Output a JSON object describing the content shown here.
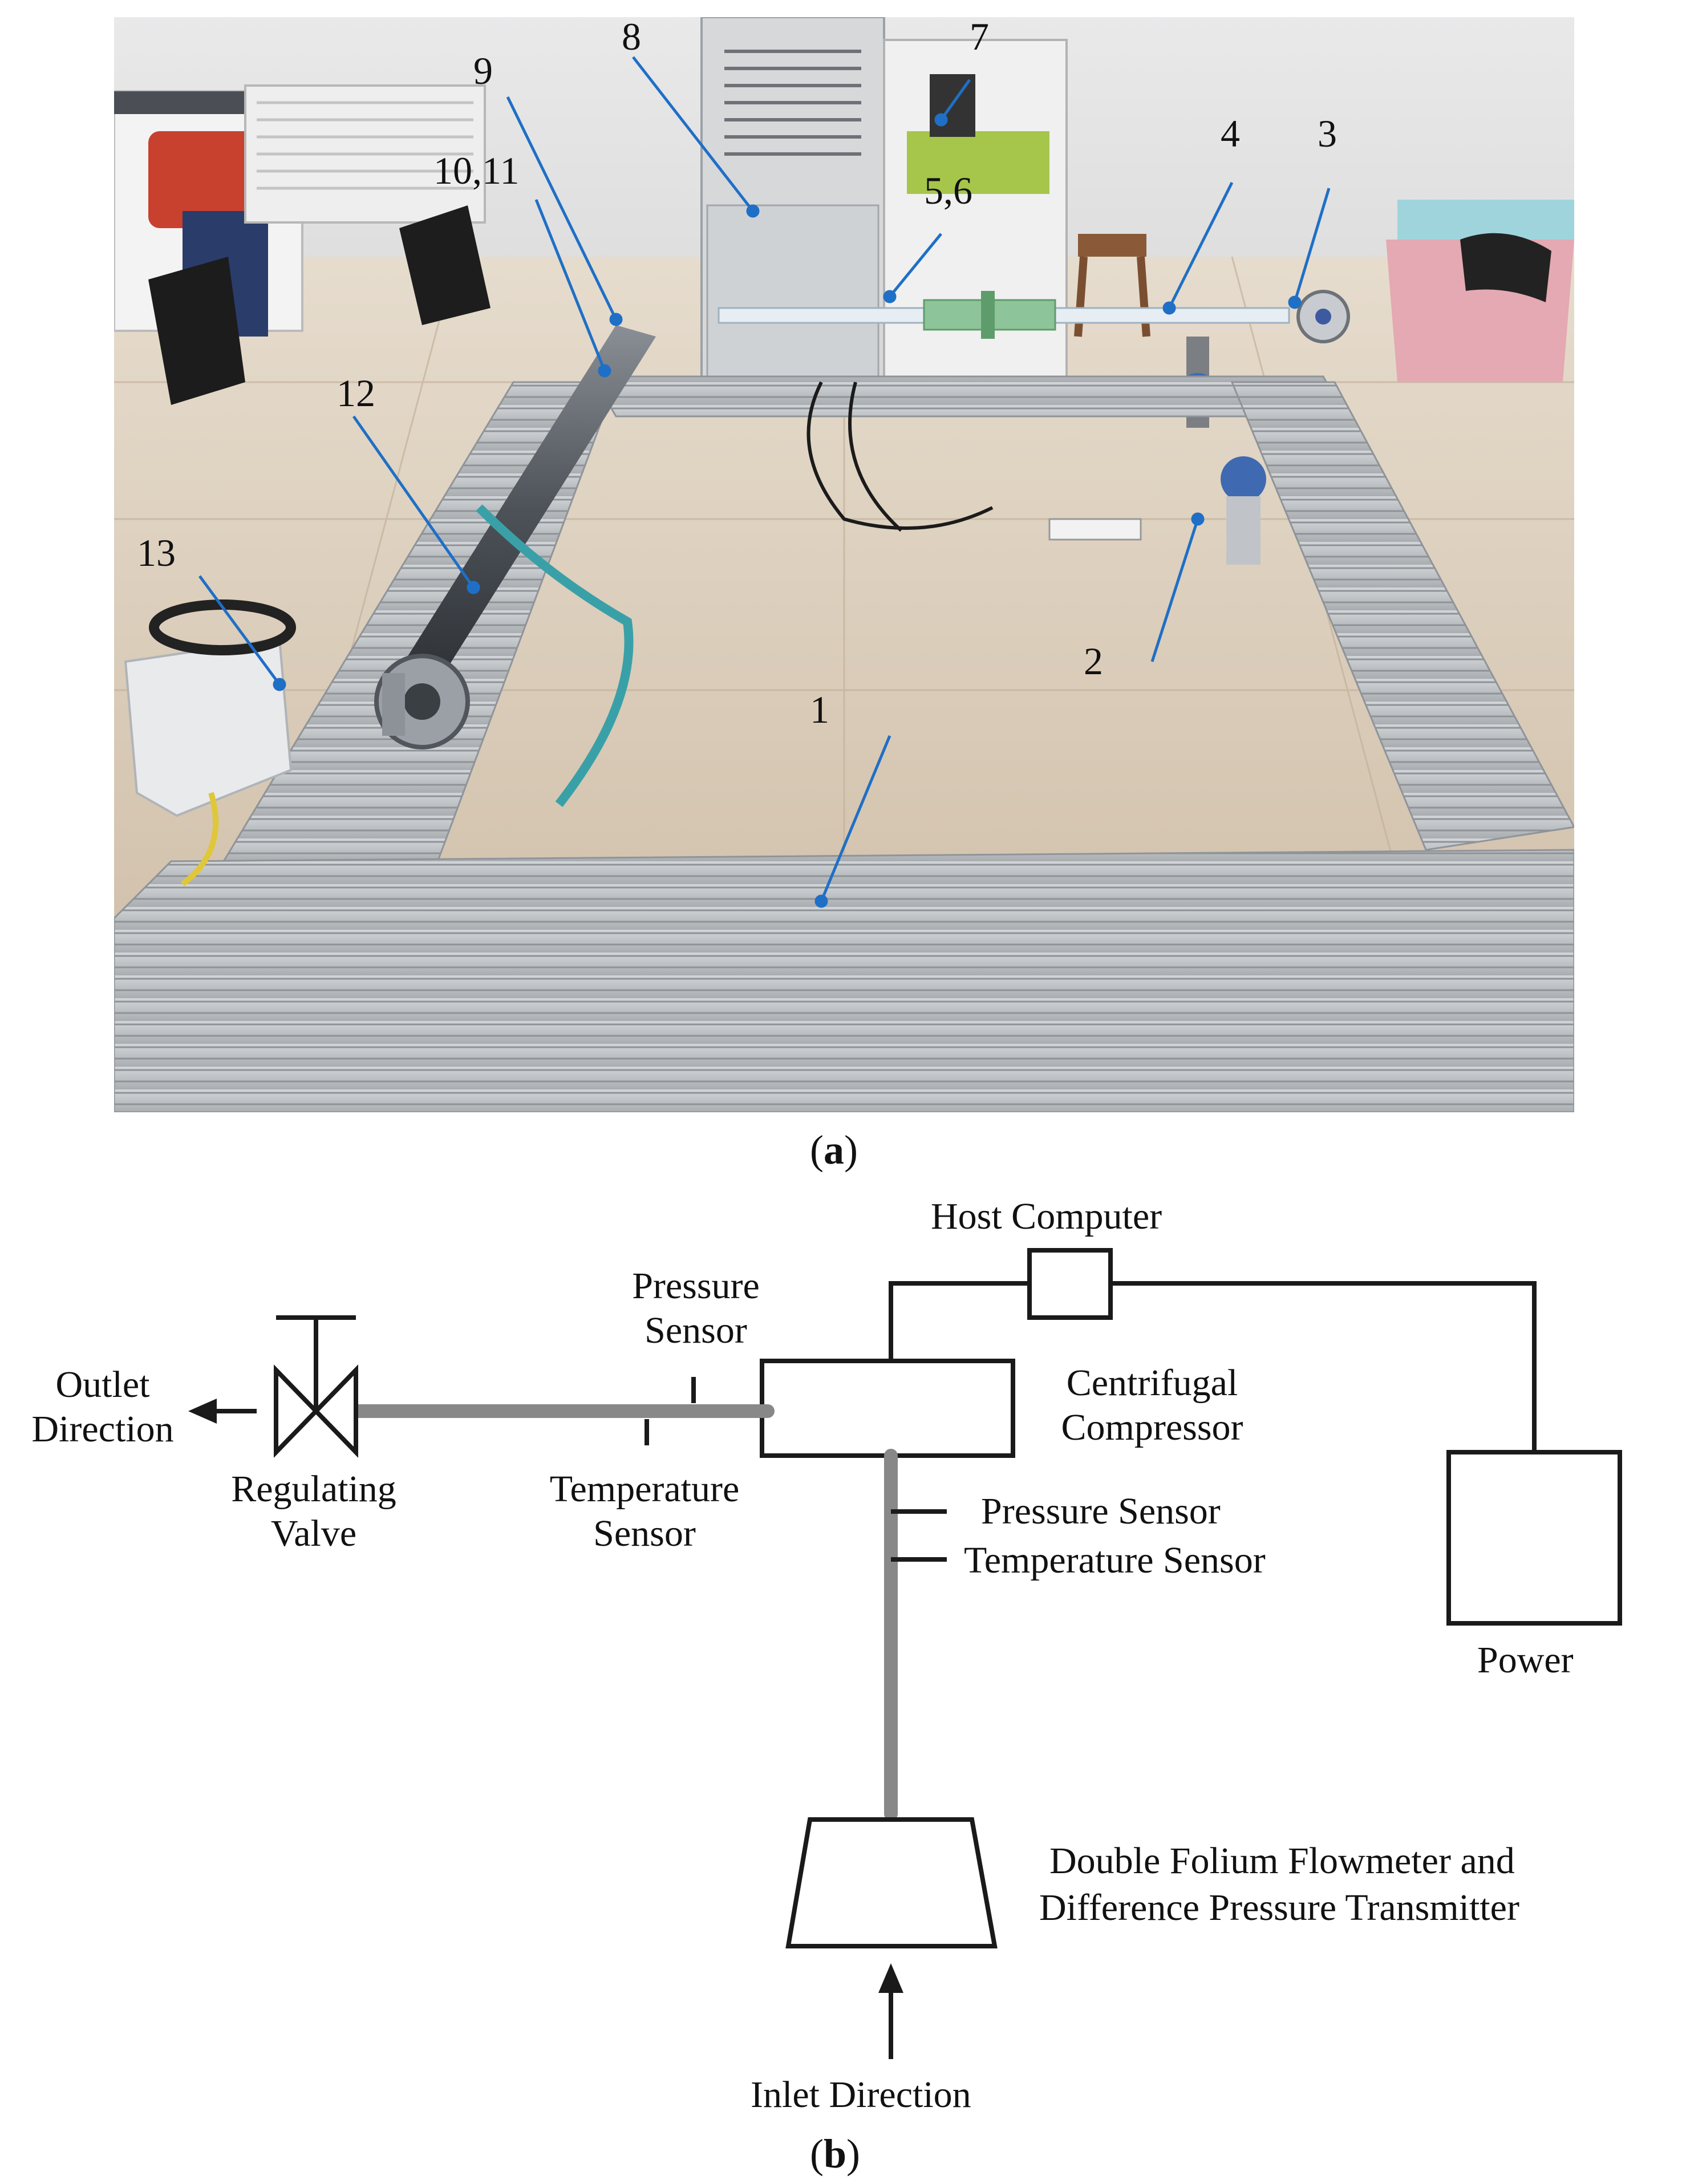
{
  "panel_a": {
    "caption_open": "(",
    "caption_letter": "a",
    "caption_close": ")",
    "callouts": [
      "1",
      "2",
      "3",
      "4",
      "5,6",
      "7",
      "8",
      "9",
      "10,11",
      "12",
      "13"
    ]
  },
  "panel_b": {
    "caption_open": "(",
    "caption_letter": "b",
    "caption_close": ")",
    "labels": {
      "host_computer": "Host Computer",
      "pressure_sensor_top_1": "Pressure",
      "pressure_sensor_top_2": "Sensor",
      "outlet_1": "Outlet",
      "outlet_2": "Direction",
      "centrifugal_1": "Centrifugal",
      "centrifugal_2": "Compressor",
      "regulating_1": "Regulating",
      "regulating_2": "Valve",
      "temperature_sensor_1": "Temperature",
      "temperature_sensor_2": "Sensor",
      "pressure_sensor_right": "Pressure Sensor",
      "temperature_sensor_right": "Temperature Sensor",
      "power": "Power",
      "flowmeter_1": "Double Folium Flowmeter and",
      "flowmeter_2": "Difference Pressure Transmitter",
      "inlet": "Inlet Direction"
    }
  },
  "colors": {
    "pipe": "#888888",
    "wire": "#1a1a1a",
    "callout_line": "#1f6fc6",
    "aluminium": "#b9bcbf",
    "floor": "#d8cbb8"
  }
}
